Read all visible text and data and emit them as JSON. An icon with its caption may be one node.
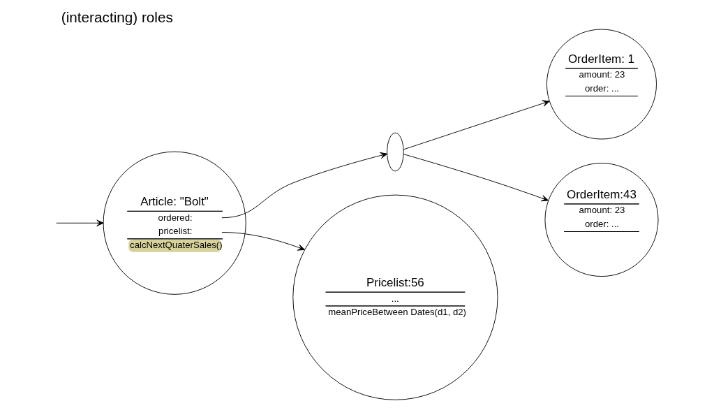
{
  "diagram": {
    "title": "(interacting) roles",
    "nodes": [
      {
        "text": [
          "Article: \"Bolt\"",
          "ordered:",
          "pricelist:",
          "calcNextQuaterSales()"
        ]
      },
      {
        "text": [],
        "shape": "ellipse"
      },
      {
        "text": [
          "OrderItem: 1",
          "amount: 23",
          "order: ..."
        ]
      },
      {
        "text": [
          "OrderItem:43",
          "amount: 23",
          "order: ..."
        ]
      },
      {
        "text": [
          "Pricelist:56",
          "...",
          "meanPriceBetween Dates(d1, d2)"
        ]
      }
    ],
    "edges": [
      {
        "from": null,
        "to": 0,
        "arrow": "to"
      },
      {
        "from": 0,
        "to": 1,
        "arrow": "to"
      },
      {
        "from": 1,
        "to": 2,
        "arrow": "to"
      },
      {
        "from": 1,
        "to": 3,
        "arrow": "to"
      },
      {
        "from": 0,
        "to": 4,
        "arrow": "to"
      }
    ]
  }
}
